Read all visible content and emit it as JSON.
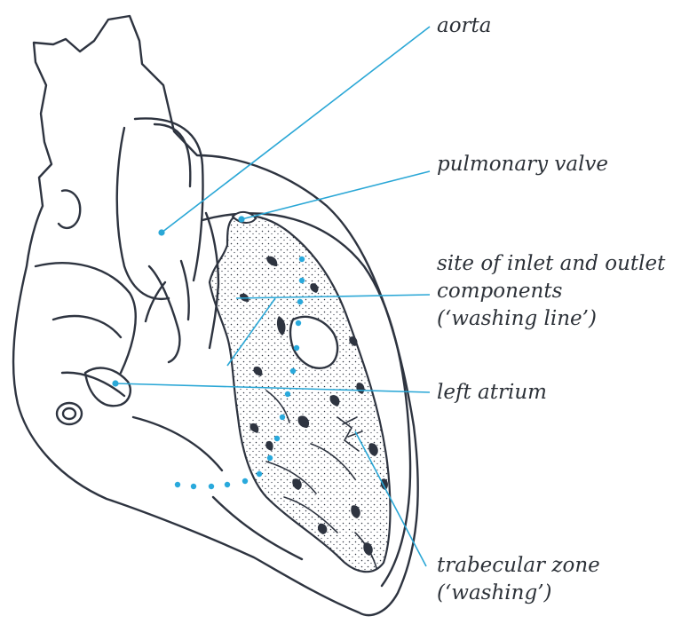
{
  "labels": {
    "aorta": "aorta",
    "pulmonary_valve": "pulmonary valve",
    "site_line1": "site of inlet and outlet",
    "site_line2": "components",
    "site_line3": "(‘washing line’)",
    "left_atrium": "left atrium",
    "trabecular_line1": "trabecular zone",
    "trabecular_line2": "(‘washing’)"
  },
  "colors": {
    "outline": "#2e3440",
    "leader": "#2aa7d6",
    "dots": "#29a9dc",
    "text": "#2c3138"
  }
}
